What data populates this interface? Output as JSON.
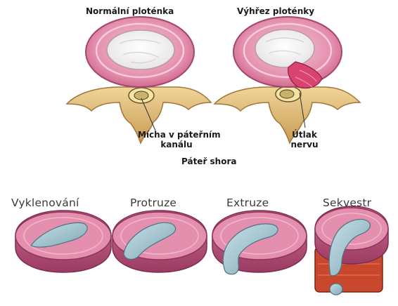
{
  "top": {
    "normal_title": "Normální ploténka",
    "hernia_title": "Výhřez ploténky",
    "spinal_cord_label_line1": "Mícha v páteřním",
    "spinal_cord_label_line2": "kanálu",
    "nerve_label_line1": "Útlak",
    "nerve_label_line2": "nervu",
    "view_caption": "Páteř shora"
  },
  "stages": [
    {
      "label": "Vyklenování"
    },
    {
      "label": "Protruze"
    },
    {
      "label": "Extruze"
    },
    {
      "label": "Sekvestr"
    }
  ],
  "colors": {
    "disc_outer": "#d97a9c",
    "disc_ring": "#e9a3bb",
    "disc_inner": "#f3f1f2",
    "bone": "#d9b677",
    "bone_dark": "#a97c3a",
    "nucleus": "#9fc1cc",
    "herniation": "#d03b6a",
    "vertebra_red": "#c8472d"
  }
}
